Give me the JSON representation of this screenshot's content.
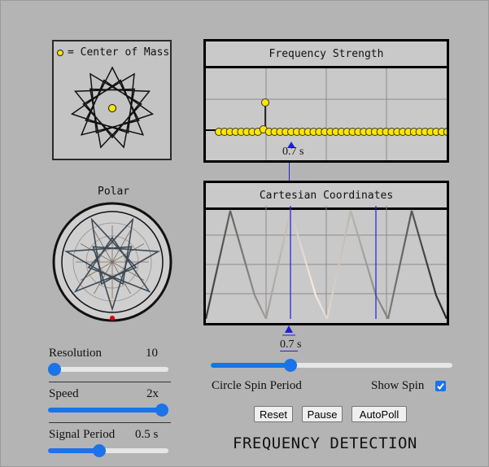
{
  "center_of_mass": {
    "legend_label": "= Center of Mass"
  },
  "frequency_panel": {
    "title": "Frequency Strength",
    "marker_readout": "0.7 s"
  },
  "cartesian_panel": {
    "title": "Cartesian Coordinates",
    "marker_readout": "0.7 s"
  },
  "polar": {
    "label": "Polar"
  },
  "controls": {
    "resolution": {
      "label": "Resolution",
      "value": "10",
      "fraction": 0.0
    },
    "speed": {
      "label": "Speed",
      "value": "2x",
      "fraction": 1.0
    },
    "signal_period": {
      "label": "Signal Period",
      "value": "0.5 s",
      "fraction": 0.42
    },
    "circle_spin": {
      "label": "Circle Spin Period",
      "fraction": 0.32
    },
    "show_spin": {
      "label": "Show Spin",
      "checked": true
    }
  },
  "buttons": {
    "reset": "Reset",
    "pause": "Pause",
    "autopoll": "AutoPoll"
  },
  "app_title": "FREQUENCY DETECTION",
  "colors": {
    "accent": "#1a73e8",
    "marker": "#1f1fe0",
    "dot": "#ffe600",
    "origin": "#dd0000"
  }
}
